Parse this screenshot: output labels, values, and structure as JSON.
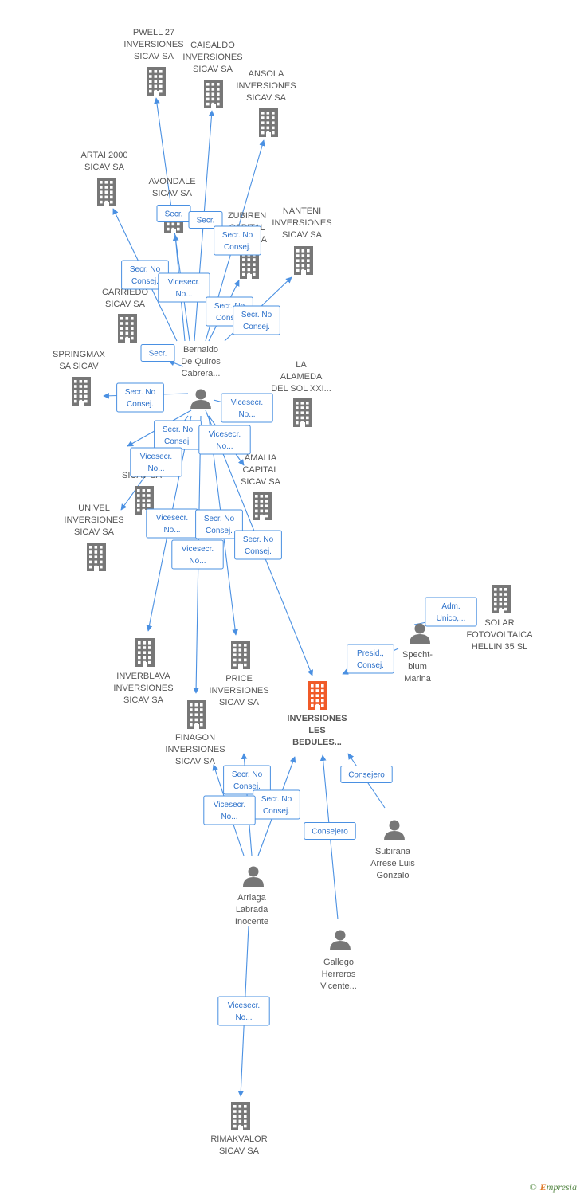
{
  "colors": {
    "edge": "#4a90e2",
    "company": "#777777",
    "focus": "#f05a28",
    "person": "#777777",
    "badge_text": "#2a6fc9"
  },
  "nodes": [
    {
      "id": "pwell",
      "type": "company",
      "lines": [
        "PWELL 27",
        "INVERSIONES",
        "SICAV SA"
      ]
    },
    {
      "id": "caisaldo",
      "type": "company",
      "lines": [
        "CAISALDO",
        "INVERSIONES",
        "SICAV SA"
      ]
    },
    {
      "id": "ansola",
      "type": "company",
      "lines": [
        "ANSOLA",
        "INVERSIONES",
        "SICAV SA"
      ]
    },
    {
      "id": "artai",
      "type": "company",
      "lines": [
        "ARTAI 2000",
        "SICAV SA"
      ]
    },
    {
      "id": "avondale",
      "type": "company",
      "lines": [
        "AVONDALE",
        "SICAV SA"
      ]
    },
    {
      "id": "zubiren",
      "type": "company",
      "lines": [
        "ZUBIREN",
        "CAPITAL",
        "SICAV SA"
      ]
    },
    {
      "id": "nanteni",
      "type": "company",
      "lines": [
        "NANTENI",
        "INVERSIONES",
        "SICAV SA"
      ]
    },
    {
      "id": "carriedo",
      "type": "company",
      "lines": [
        "CARRIEDO",
        "SICAV SA"
      ]
    },
    {
      "id": "springmax",
      "type": "company",
      "lines": [
        "SPRINGMAX",
        "SA SICAV"
      ]
    },
    {
      "id": "alameda",
      "type": "company",
      "lines": [
        "LA",
        "ALAMEDA",
        "DEL SOL XXI..."
      ]
    },
    {
      "id": "elb",
      "type": "company",
      "lines": [
        "EL",
        "B...",
        "SICAV SA"
      ]
    },
    {
      "id": "amalia",
      "type": "company",
      "lines": [
        "AMALIA",
        "CAPITAL",
        "SICAV SA"
      ]
    },
    {
      "id": "univel",
      "type": "company",
      "lines": [
        "UNIVEL",
        "INVERSIONES",
        "SICAV SA"
      ]
    },
    {
      "id": "solar",
      "type": "company",
      "lines": [
        "SOLAR",
        "FOTOVOLTAICA",
        "HELLIN 35 SL"
      ]
    },
    {
      "id": "inverblava",
      "type": "company",
      "lines": [
        "INVERBLAVA",
        "INVERSIONES",
        "SICAV SA"
      ]
    },
    {
      "id": "price",
      "type": "company",
      "lines": [
        "PRICE",
        "INVERSIONES",
        "SICAV SA"
      ]
    },
    {
      "id": "bedules",
      "type": "focus",
      "lines": [
        "INVERSIONES",
        "LES",
        "BEDULES..."
      ]
    },
    {
      "id": "finagon",
      "type": "company",
      "lines": [
        "FINAGON",
        "INVERSIONES",
        "SICAV SA"
      ]
    },
    {
      "id": "rimakvalor",
      "type": "company",
      "lines": [
        "RIMAKVALOR",
        "SICAV SA"
      ]
    },
    {
      "id": "bernaldo",
      "type": "person",
      "lines": [
        "Bernaldo",
        "De Quiros",
        "Cabrera..."
      ]
    },
    {
      "id": "specht",
      "type": "person",
      "lines": [
        "Specht-",
        "blum",
        "Marina"
      ]
    },
    {
      "id": "subirana",
      "type": "person",
      "lines": [
        "Subirana",
        "Arrese Luis",
        "Gonzalo"
      ]
    },
    {
      "id": "arriaga",
      "type": "person",
      "lines": [
        "Arriaga",
        "Labrada",
        "Inocente"
      ]
    },
    {
      "id": "gallego",
      "type": "person",
      "lines": [
        "Gallego",
        "Herreros",
        "Vicente..."
      ]
    }
  ],
  "edges": [
    {
      "from": "bernaldo",
      "to": "pwell",
      "lines": [
        "Secr."
      ]
    },
    {
      "from": "bernaldo",
      "to": "caisaldo",
      "lines": [
        "Secr."
      ]
    },
    {
      "from": "bernaldo",
      "to": "ansola",
      "lines": [
        "Secr. No",
        "Consej."
      ]
    },
    {
      "from": "bernaldo",
      "to": "artai",
      "lines": [
        "Secr. No",
        "Consej."
      ]
    },
    {
      "from": "bernaldo",
      "to": "avondale",
      "lines": [
        "Vicesecr.",
        "No..."
      ]
    },
    {
      "from": "bernaldo",
      "to": "zubiren",
      "lines": [
        "Secr. No",
        "Consej."
      ]
    },
    {
      "from": "bernaldo",
      "to": "nanteni",
      "lines": [
        "Secr. No",
        "Consej."
      ]
    },
    {
      "from": "bernaldo",
      "to": "carriedo",
      "lines": [
        "Secr."
      ]
    },
    {
      "from": "bernaldo",
      "to": "springmax",
      "lines": [
        "Secr. No",
        "Consej."
      ]
    },
    {
      "from": "bernaldo",
      "to": "alameda",
      "lines": [
        "Vicesecr.",
        "No..."
      ]
    },
    {
      "from": "bernaldo",
      "to": "elb",
      "lines": [
        "Secr. No",
        "Consej."
      ]
    },
    {
      "from": "bernaldo",
      "to": "amalia",
      "lines": [
        "Vicesecr.",
        "No..."
      ]
    },
    {
      "from": "bernaldo",
      "to": "univel",
      "lines": [
        "Vicesecr.",
        "No..."
      ]
    },
    {
      "from": "bernaldo",
      "to": "inverblava",
      "lines": [
        "Vicesecr.",
        "No..."
      ]
    },
    {
      "from": "bernaldo",
      "to": "price",
      "lines": [
        "Secr. No",
        "Consej."
      ]
    },
    {
      "from": "bernaldo",
      "to": "finagon",
      "lines": [
        "Vicesecr.",
        "No..."
      ]
    },
    {
      "from": "bernaldo",
      "to": "bedules",
      "lines": [
        "Secr. No",
        "Consej."
      ]
    },
    {
      "from": "specht",
      "to": "solar",
      "lines": [
        "Adm.",
        "Unico,..."
      ]
    },
    {
      "from": "specht",
      "to": "bedules",
      "lines": [
        "Presid.,",
        "Consej."
      ]
    },
    {
      "from": "subirana",
      "to": "bedules",
      "lines": [
        "Consejero"
      ]
    },
    {
      "from": "gallego",
      "to": "bedules",
      "lines": [
        "Consejero"
      ]
    },
    {
      "from": "arriaga",
      "to": "price",
      "lines": [
        "Secr. No",
        "Consej."
      ]
    },
    {
      "from": "arriaga",
      "to": "bedules",
      "lines": [
        "Secr. No",
        "Consej."
      ]
    },
    {
      "from": "arriaga",
      "to": "finagon",
      "lines": [
        "Vicesecr.",
        "No..."
      ]
    },
    {
      "from": "arriaga",
      "to": "rimakvalor",
      "lines": [
        "Vicesecr.",
        "No..."
      ]
    }
  ],
  "footer": {
    "copyright_symbol": "©",
    "brand_initial": "E",
    "brand_rest": "mpresia"
  }
}
